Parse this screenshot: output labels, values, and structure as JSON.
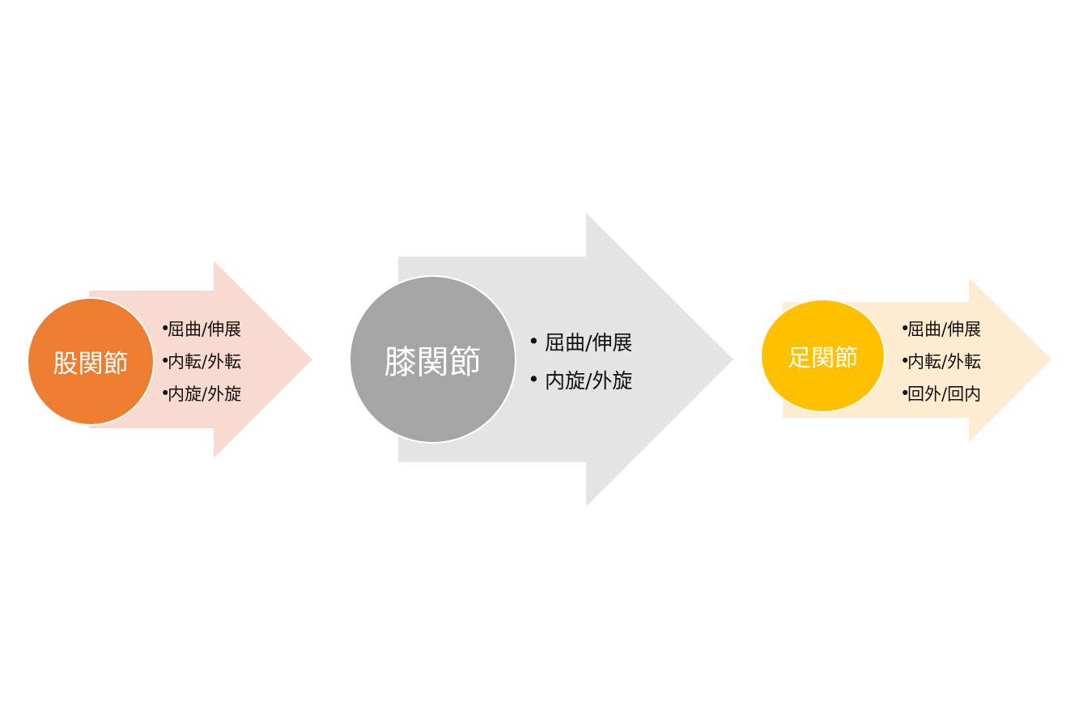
{
  "colors": {
    "hip_circle": "#ed7d31",
    "hip_arrow": "#f9dad0",
    "knee_circle": "#a5a5a5",
    "knee_arrow": "#e4e4e4",
    "ankle_circle": "#ffc000",
    "ankle_arrow": "#ffebd0"
  },
  "diagram": {
    "bullet_symbol": "•",
    "joints": [
      {
        "name": "股関節",
        "movements": [
          "屈曲/伸展",
          "内転/外転",
          "内旋/外旋"
        ]
      },
      {
        "name": "膝関節",
        "movements": [
          "屈曲/伸展",
          "内旋/外旋"
        ]
      },
      {
        "name": "足関節",
        "movements": [
          "屈曲/伸展",
          "内転/外転",
          "回外/回内"
        ]
      }
    ]
  }
}
